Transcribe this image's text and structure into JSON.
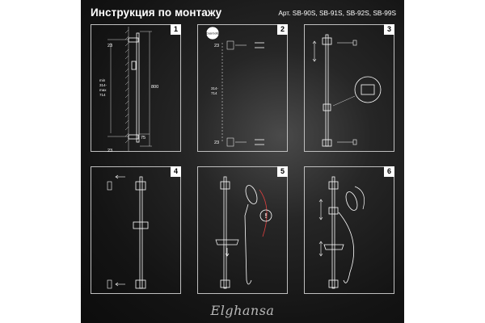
{
  "header": {
    "title": "Инструкция по монтажу",
    "article": "Арт. SB-90S,  SB-91S,  SB-92S,  SB-99S"
  },
  "steps": [
    {
      "number": "1",
      "labels": {
        "top_offset": "23",
        "bottom_offset": "23",
        "length": "800",
        "side": "75",
        "range_min": "min",
        "range_a": "314-",
        "range_b": "max",
        "range_c": "714"
      }
    },
    {
      "number": "2",
      "labels": {
        "badge": "Dual bolts",
        "top_offset": "23",
        "bottom_offset": "23",
        "range_a": "314-",
        "range_b": "714"
      }
    },
    {
      "number": "3"
    },
    {
      "number": "4"
    },
    {
      "number": "5"
    },
    {
      "number": "6"
    }
  ],
  "brand": "Elghansa",
  "colors": {
    "background": "#141414",
    "line": "#ffffff",
    "highlight": "#e04040"
  }
}
